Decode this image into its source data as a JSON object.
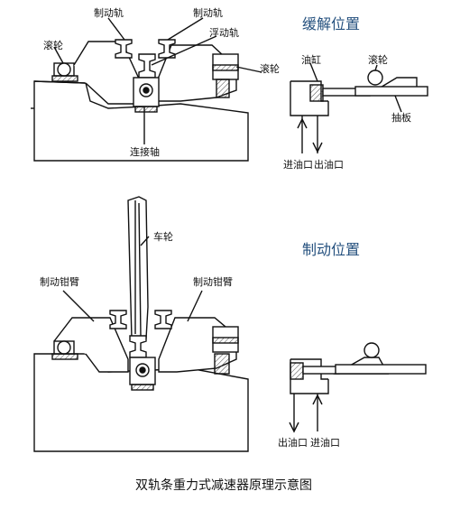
{
  "top": {
    "state_title": "缓解位置",
    "brake_rail_left": "制动轨",
    "brake_rail_right": "制动轨",
    "floating_rail": "浮动轨",
    "roller_left": "滚轮",
    "roller_right": "滚轮",
    "connecting_shaft": "连接轴",
    "oil_cylinder": "油缸",
    "roller_detail": "滚轮",
    "pull_plate": "抽板",
    "oil_in": "进油口",
    "oil_out": "出油口"
  },
  "bottom": {
    "state_title": "制动位置",
    "wheel": "车轮",
    "clamp_arm_left": "制动钳臂",
    "clamp_arm_right": "制动钳臂",
    "oil_out": "出油口",
    "oil_in": "进油口"
  },
  "caption": "双轨条重力式减速器原理示意图",
  "colors": {
    "line": "#111111",
    "title": "#24507e",
    "hatch": "#444444"
  }
}
